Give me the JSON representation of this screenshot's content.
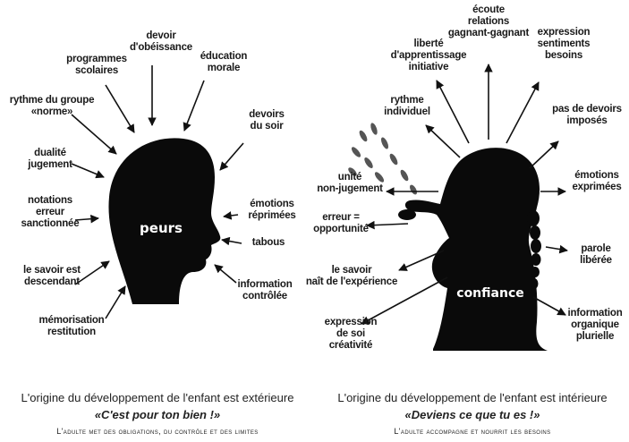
{
  "left_panel": {
    "center_label": "peurs",
    "labels": [
      "devoir\nd'obéissance",
      "programmes\nscolaires",
      "éducation\nmorale",
      "rythme du groupe\n«norme»",
      "devoirs\ndu soir",
      "dualité\njugement",
      "notations\nerreur\nsanctionnée",
      "émotions\nréprimées",
      "tabous",
      "le savoir est\ndescendant",
      "information\ncontrôlée",
      "mémorisation\nrestitution"
    ],
    "caption_line1": "L'origine du développement de l'enfant est extérieure",
    "caption_quote": "«C'est pour ton bien !»",
    "caption_line3": "L'adulte met des obligations, du contrôle et des limites"
  },
  "right_panel": {
    "center_label": "confiance",
    "labels": [
      "écoute\nrelations\ngagnant-gagnant",
      "liberté\nd'apprentissage\ninitiative",
      "expression\nsentiments\nbesoins",
      "rythme\nindividuel",
      "pas de devoirs\nimposés",
      "unité\nnon-jugement",
      "émotions\nexprimées",
      "erreur =\nopportunité",
      "parole\nlibérée",
      "le savoir\nnaît de l'expérience",
      "information\norganique\nplurielle",
      "expression\nde soi\ncréativité"
    ],
    "caption_line1": "L'origine du développement de l'enfant est intérieure",
    "caption_quote": "«Deviens ce que tu es !»",
    "caption_line3": "L'adulte accompagne et nourrit les besoins"
  }
}
